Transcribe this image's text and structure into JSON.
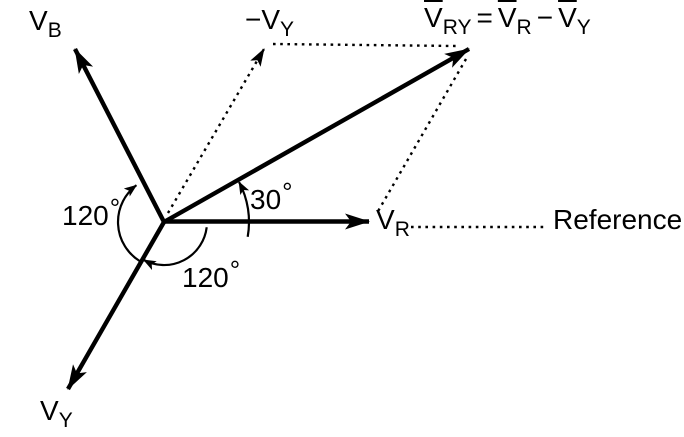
{
  "diagram": {
    "type": "three-phase-phasor-diagram",
    "background": "#ffffff",
    "line_color": "#000000",
    "labels": {
      "vb": {
        "main": "V",
        "sub": "B"
      },
      "vy": {
        "main": "V",
        "sub": "Y"
      },
      "vr": {
        "main": "V",
        "sub": "R"
      },
      "neg_vy": {
        "main": "−V",
        "sub": "Y"
      },
      "reference": "Reference"
    },
    "equation": {
      "lhs_main": "V",
      "lhs_sub": "RY",
      "equals": "=",
      "t1_main": "V",
      "t1_sub": "R",
      "minus": "−",
      "t2_main": "V",
      "t2_sub": "Y"
    },
    "angles": {
      "a30": {
        "value": "30",
        "unit": "°",
        "between": [
          "V_R",
          "V_RY"
        ]
      },
      "a120_left": {
        "value": "120",
        "unit": "°",
        "between": [
          "V_B",
          "V_Y"
        ]
      },
      "a120_bottom": {
        "value": "120",
        "unit": "°",
        "between": [
          "V_Y",
          "V_R"
        ]
      }
    },
    "phasors": [
      {
        "name": "V_R",
        "angle_deg": 0,
        "magnitude_rel": 1,
        "style": "solid"
      },
      {
        "name": "V_B",
        "angle_deg": 120,
        "magnitude_rel": 1,
        "style": "solid"
      },
      {
        "name": "V_Y",
        "angle_deg": -120,
        "magnitude_rel": 1,
        "style": "solid"
      },
      {
        "name": "-V_Y",
        "angle_deg": 60,
        "magnitude_rel": 1,
        "style": "dotted"
      },
      {
        "name": "V_RY",
        "angle_deg": 30,
        "magnitude_rel": 1.732,
        "style": "solid"
      }
    ]
  }
}
